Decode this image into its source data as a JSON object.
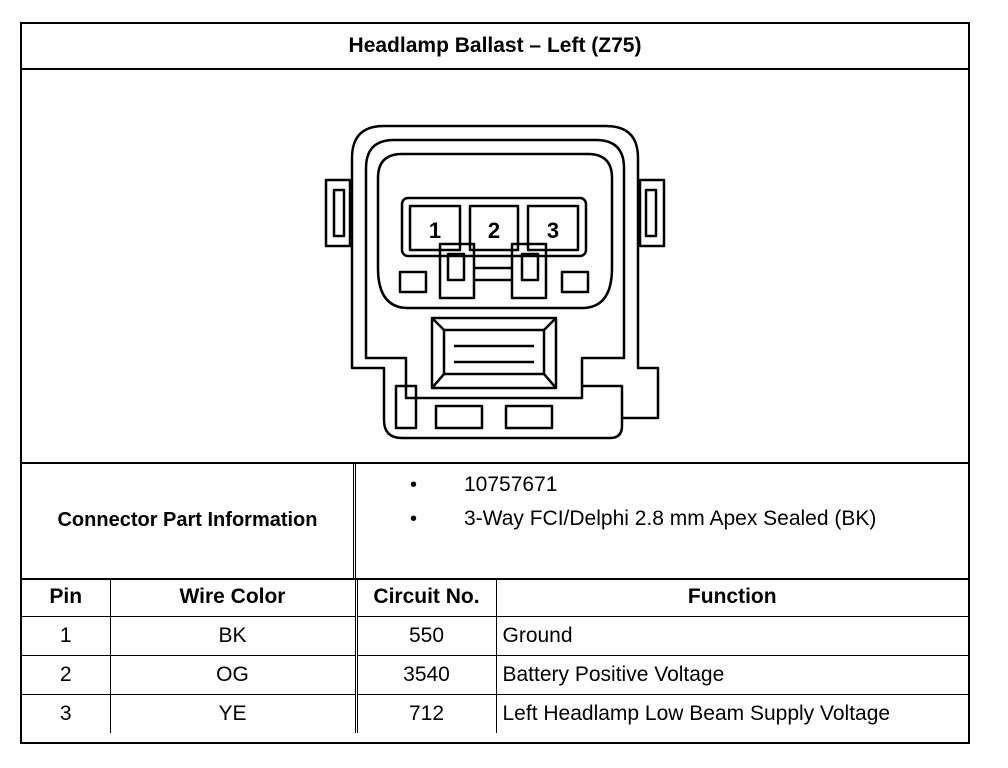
{
  "title": "Headlamp Ballast – Left (Z75)",
  "connector": {
    "pin_labels": [
      "1",
      "2",
      "3"
    ]
  },
  "part_info": {
    "label": "Connector Part Information",
    "items": [
      "10757671",
      "3-Way FCI/Delphi 2.8 mm Apex Sealed (BK)"
    ],
    "bullet": "•"
  },
  "table": {
    "headers": [
      "Pin",
      "Wire Color",
      "Circuit No.",
      "Function"
    ],
    "rows": [
      {
        "pin": "1",
        "wire_color": "BK",
        "circuit": "550",
        "function": "Ground"
      },
      {
        "pin": "2",
        "wire_color": "OG",
        "circuit": "3540",
        "function": "Battery Positive Voltage"
      },
      {
        "pin": "3",
        "wire_color": "YE",
        "circuit": "712",
        "function": "Left Headlamp Low Beam Supply Voltage"
      }
    ]
  }
}
